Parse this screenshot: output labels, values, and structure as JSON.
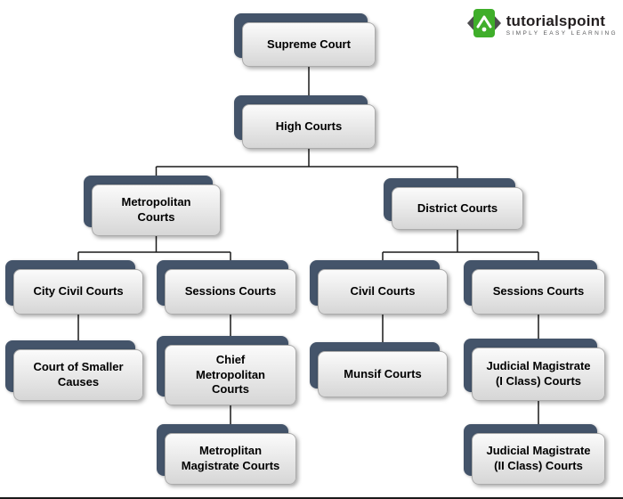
{
  "logo": {
    "brand": "tutorialspoint",
    "tagline": "SIMPLY EASY LEARNING"
  },
  "colors": {
    "node_shadow": "#44546A",
    "node_face_top": "#FBFBFB",
    "node_face_bottom": "#D6D6D6",
    "node_border": "#ABABAB",
    "connector": "#1A1A1A",
    "brand_green": "#3FAE2A"
  },
  "nodes": [
    {
      "id": "supreme-court",
      "label": "Supreme Court"
    },
    {
      "id": "high-courts",
      "label": "High Courts"
    },
    {
      "id": "metropolitan-courts",
      "label": "Metropolitan\nCourts"
    },
    {
      "id": "district-courts",
      "label": "District Courts"
    },
    {
      "id": "city-civil-courts",
      "label": "City Civil Courts"
    },
    {
      "id": "sessions-courts-metro",
      "label": "Sessions Courts"
    },
    {
      "id": "civil-courts",
      "label": "Civil Courts"
    },
    {
      "id": "sessions-courts-district",
      "label": "Sessions Courts"
    },
    {
      "id": "court-of-smaller-causes",
      "label": "Court of Smaller\nCauses"
    },
    {
      "id": "chief-metropolitan-courts",
      "label": "Chief\nMetropolitan\nCourts"
    },
    {
      "id": "munsif-courts",
      "label": "Munsif Courts"
    },
    {
      "id": "judicial-magistrate-i-class",
      "label": "Judicial Magistrate\n(I Class) Courts"
    },
    {
      "id": "metroplitan-magistrate-courts",
      "label": "Metroplitan\nMagistrate Courts"
    },
    {
      "id": "judicial-magistrate-ii-class",
      "label": "Judicial Magistrate\n(II Class) Courts"
    }
  ]
}
